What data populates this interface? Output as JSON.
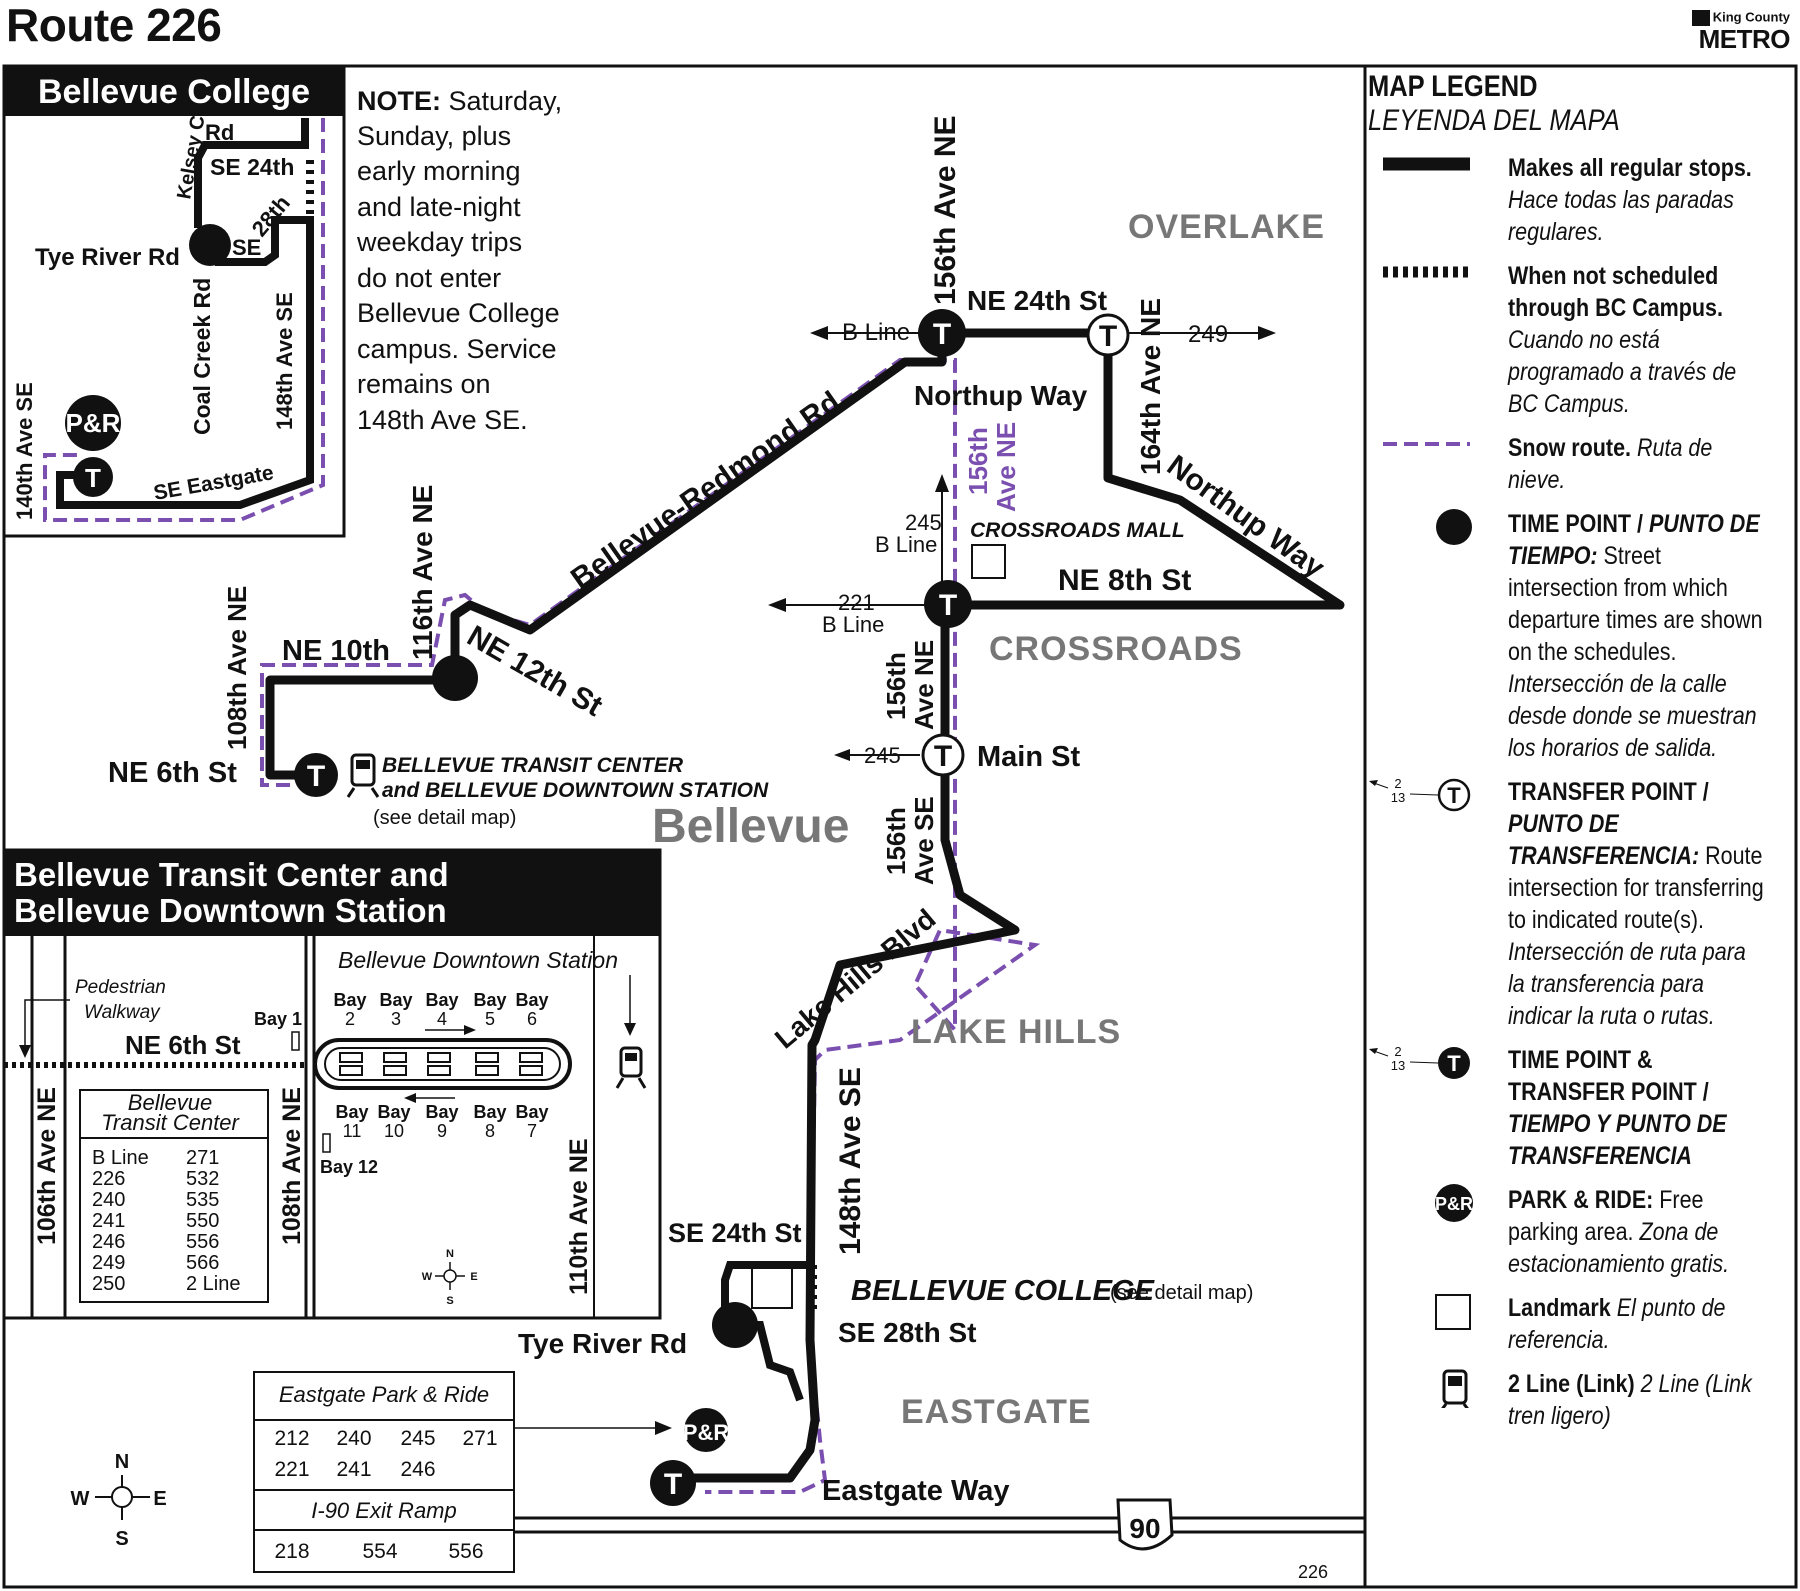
{
  "header": {
    "title": "Route 226",
    "logo_small": "King County",
    "logo_big": "METRO"
  },
  "inset_college": {
    "title": "Bellevue College",
    "streets": [
      "Rd",
      "Kelsey Cr",
      "SE 24th",
      "Tye River Rd",
      "SE",
      "28th",
      "Coal Creek Rd",
      "148th Ave SE",
      "140th Ave SE",
      "SE Eastgate"
    ],
    "pr_label": "P&R",
    "t_label": "T"
  },
  "note": {
    "lead": "NOTE:",
    "lines": [
      " Saturday,",
      "Sunday, plus",
      "early morning",
      "and late-night",
      "weekday trips",
      "do not enter",
      "Bellevue College",
      "campus. Service",
      "remains on",
      "148th Ave SE."
    ]
  },
  "map": {
    "areas": {
      "overlake": "OVERLAKE",
      "crossroads": "CROSSROADS",
      "bellevue": "Bellevue",
      "lake_hills": "LAKE HILLS",
      "eastgate": "EASTGATE"
    },
    "streets": {
      "ave156_top": "156th Ave NE",
      "ne24": "NE 24th St",
      "ave164": "164th Ave NE",
      "northup_way_top": "Northup Way",
      "northup_way_diag": "Northup Way",
      "bel_red": "Bellevue-Redmond Rd",
      "ave156_snow_a": "156th",
      "ave156_snow_b": "Ave NE",
      "crossroads_mall": "CROSSROADS MALL",
      "ne8": "NE 8th St",
      "ave156_mid_a": "156th",
      "ave156_mid_b": "Ave NE",
      "main_st": "Main St",
      "ave156_se_a": "156th",
      "ave156_se_b": "Ave SE",
      "lake_hills_blvd": "Lake Hills Blvd",
      "ave116": "116th Ave NE",
      "ne12": "NE 12th St",
      "ne10": "NE 10th",
      "ave108": "108th Ave NE",
      "ne6": "NE 6th St",
      "btc_a": "BELLEVUE TRANSIT CENTER",
      "btc_b": "and BELLEVUE DOWNTOWN STATION",
      "btc_c": "(see detail map)",
      "ave148": "148th Ave SE",
      "se24": "SE 24th St",
      "bc": "BELLEVUE COLLEGE",
      "bc_see": "(see detail map)",
      "se28": "SE 28th St",
      "tye": "Tye River Rd",
      "eastgate_way": "Eastgate Way",
      "i90": "90",
      "page_num": "226"
    },
    "transfers": {
      "b_line_left": "B Line",
      "r249": "249",
      "r245_up": "245",
      "b_line_up": "B Line",
      "r221": "221",
      "b_line_221": "B Line",
      "r245_left": "245"
    },
    "symbols": {
      "t": "T",
      "pr": "P&R"
    }
  },
  "eastgate_box": {
    "title": "Eastgate Park & Ride",
    "rows": [
      [
        "212",
        "240",
        "245",
        "271"
      ],
      [
        "221",
        "241",
        "246",
        ""
      ]
    ],
    "ramp_title": "I-90 Exit Ramp",
    "ramp_row": [
      "218",
      "554",
      "556"
    ]
  },
  "compass": {
    "n": "N",
    "s": "S",
    "e": "E",
    "w": "W"
  },
  "inset_btc": {
    "title_a": "Bellevue Transit Center and",
    "title_b": "Bellevue Downtown Station",
    "ped_a": "Pedestrian",
    "ped_b": "Walkway",
    "ave106": "106th Ave NE",
    "ave108": "108th Ave NE",
    "ave110": "110th Ave NE",
    "ne6": "NE 6th St",
    "station": "Bellevue Downtown Station",
    "btc_a": "Bellevue",
    "btc_b": "Transit Center",
    "routes_left": [
      "B Line",
      "226",
      "240",
      "241",
      "246",
      "249",
      "250"
    ],
    "routes_right": [
      "271",
      "532",
      "535",
      "550",
      "556",
      "566",
      "2 Line"
    ],
    "bay1": "Bay 1",
    "bay12": "Bay 12",
    "bays_top": [
      [
        "Bay",
        "2"
      ],
      [
        "Bay",
        "3"
      ],
      [
        "Bay",
        "4"
      ],
      [
        "Bay",
        "5"
      ],
      [
        "Bay",
        "6"
      ]
    ],
    "bays_bottom": [
      [
        "Bay",
        "11"
      ],
      [
        "Bay",
        "10"
      ],
      [
        "Bay",
        "9"
      ],
      [
        "Bay",
        "8"
      ],
      [
        "Bay",
        "7"
      ]
    ]
  },
  "legend": {
    "title": "MAP LEGEND",
    "subtitle": "LEYENDA DEL MAPA",
    "items": [
      {
        "bold": "Makes all regular stops.",
        "italic": "Hace todas las paradas regulares."
      },
      {
        "bold": "When not scheduled through BC Campus.",
        "italic": "Cuando no está programado a través de BC Campus."
      },
      {
        "bold": "Snow route.",
        "italic": "Ruta de nieve."
      },
      {
        "bold": "TIME POINT / ",
        "bold_italic": "PUNTO DE TIEMPO:",
        "text": " Street intersection from which departure times are shown on the schedules. ",
        "italic": "Intersección de la calle desde donde se muestran los horarios de salida."
      },
      {
        "bold": "TRANSFER POINT / ",
        "bold_italic": "PUNTO DE TRANSFERENCIA:",
        "text": " Route intersection for transferring to indicated route(s). ",
        "italic": "Intersección de ruta para la transferencia para indicar la ruta o rutas."
      },
      {
        "bold": "TIME POINT & TRANSFER POINT / ",
        "bold_italic": "TIEMPO Y PUNTO DE TRANSFERENCIA"
      },
      {
        "bold": "PARK & RIDE:",
        "text": " Free parking area. ",
        "italic": "Zona de estacionamiento gratis."
      },
      {
        "bold": "Landmark",
        "italic": " El punto de referencia."
      },
      {
        "bold": "2 Line (Link)",
        "italic": " 2 Line (Link tren ligero)"
      }
    ],
    "sym_t": "T",
    "sym_pr": "P&R",
    "sym_num_a": "2",
    "sym_num_b": "13"
  }
}
